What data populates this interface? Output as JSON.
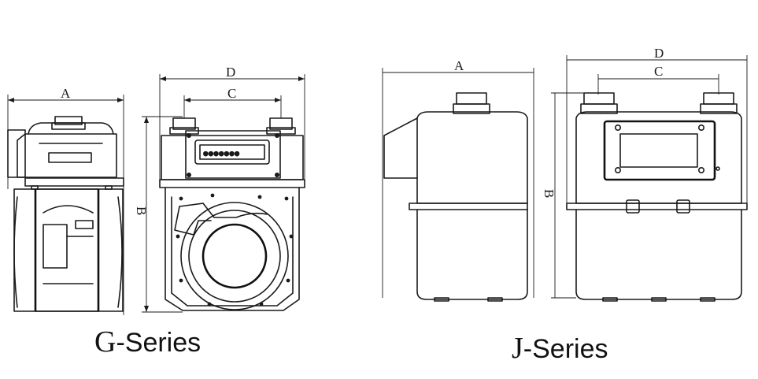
{
  "g_series": {
    "caption_letter": "G",
    "caption_rest": "-Series",
    "dimensions": {
      "a": "A",
      "b": "B",
      "c": "C",
      "d": "D"
    }
  },
  "j_series": {
    "caption_letter": "J",
    "caption_rest": "-Series",
    "dimensions": {
      "a": "A",
      "b": "B",
      "c": "C",
      "d": "D"
    }
  },
  "colors": {
    "line": "#1a1a1a",
    "background": "#ffffff"
  }
}
